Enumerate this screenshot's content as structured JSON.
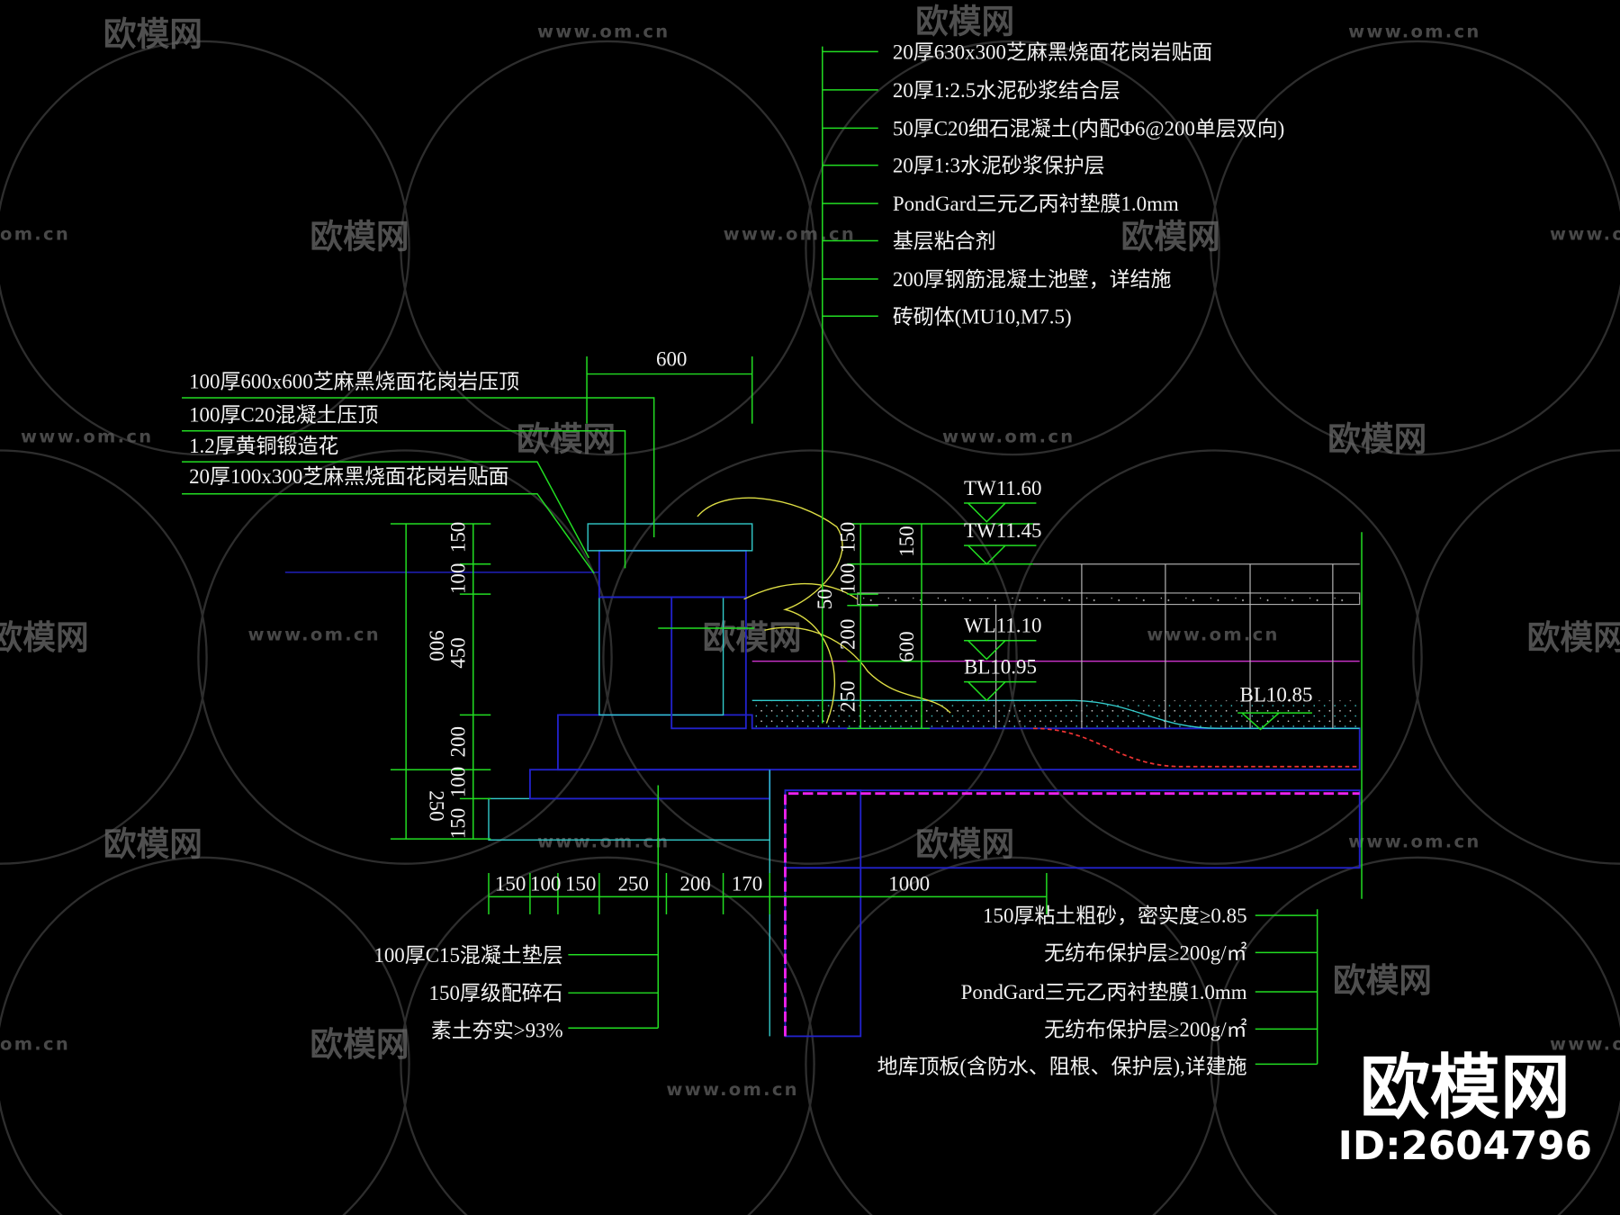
{
  "watermark": {
    "brand": "欧模网",
    "url": "www.om.cn",
    "url_short": "om.cn",
    "id": "ID:2604796"
  },
  "top_right_callouts": [
    "20厚630x300芝麻黑烧面花岗岩贴面",
    "20厚1:2.5水泥砂浆结合层",
    "50厚C20细石混凝土(内配Φ6@200单层双向)",
    "20厚1:3水泥砂浆保护层",
    "PondGard三元乙丙衬垫膜1.0mm",
    "基层粘合剂",
    "200厚钢筋混凝土池壁，详结施",
    "砖砌体(MU10,M7.5)"
  ],
  "left_callouts": [
    "100厚600x600芝麻黑烧面花岗岩压顶",
    "100厚C20混凝土压顶",
    "1.2厚黄铜锻造花",
    "20厚100x300芝麻黑烧面花岗岩贴面"
  ],
  "bottom_left_callouts": [
    "100厚C15混凝土垫层",
    "150厚级配碎石",
    "素土夯实>93%"
  ],
  "bottom_right_callouts": [
    "150厚粘土粗砂，密实度≥0.85",
    "无纺布保护层≥200g/㎡",
    "PondGard三元乙丙衬垫膜1.0mm",
    "无纺布保护层≥200g/㎡",
    "地库顶板(含防水、阻根、保护层),详建施"
  ],
  "elevations": {
    "tw1": "TW11.60",
    "tw2": "TW11.45",
    "wl": "WL11.10",
    "bl1": "BL10.95",
    "bl2": "BL10.85"
  },
  "dimensions": {
    "top": "600",
    "left_outer": [
      "900",
      "250"
    ],
    "left_inner": [
      "150",
      "100",
      "450",
      "200",
      "100",
      "150"
    ],
    "right_inner": [
      "150",
      "100",
      "50",
      "200",
      "250"
    ],
    "right_outer": [
      "150",
      "600"
    ],
    "bottom": [
      "150",
      "100",
      "150",
      "250",
      "200",
      "170",
      "1000"
    ]
  },
  "colors": {
    "background": "#000000",
    "leader": "#22dd22",
    "outline": "#33cccc",
    "structure": "#2222cc",
    "membrane": "#ee22ee",
    "text": "#f2f2f2"
  }
}
